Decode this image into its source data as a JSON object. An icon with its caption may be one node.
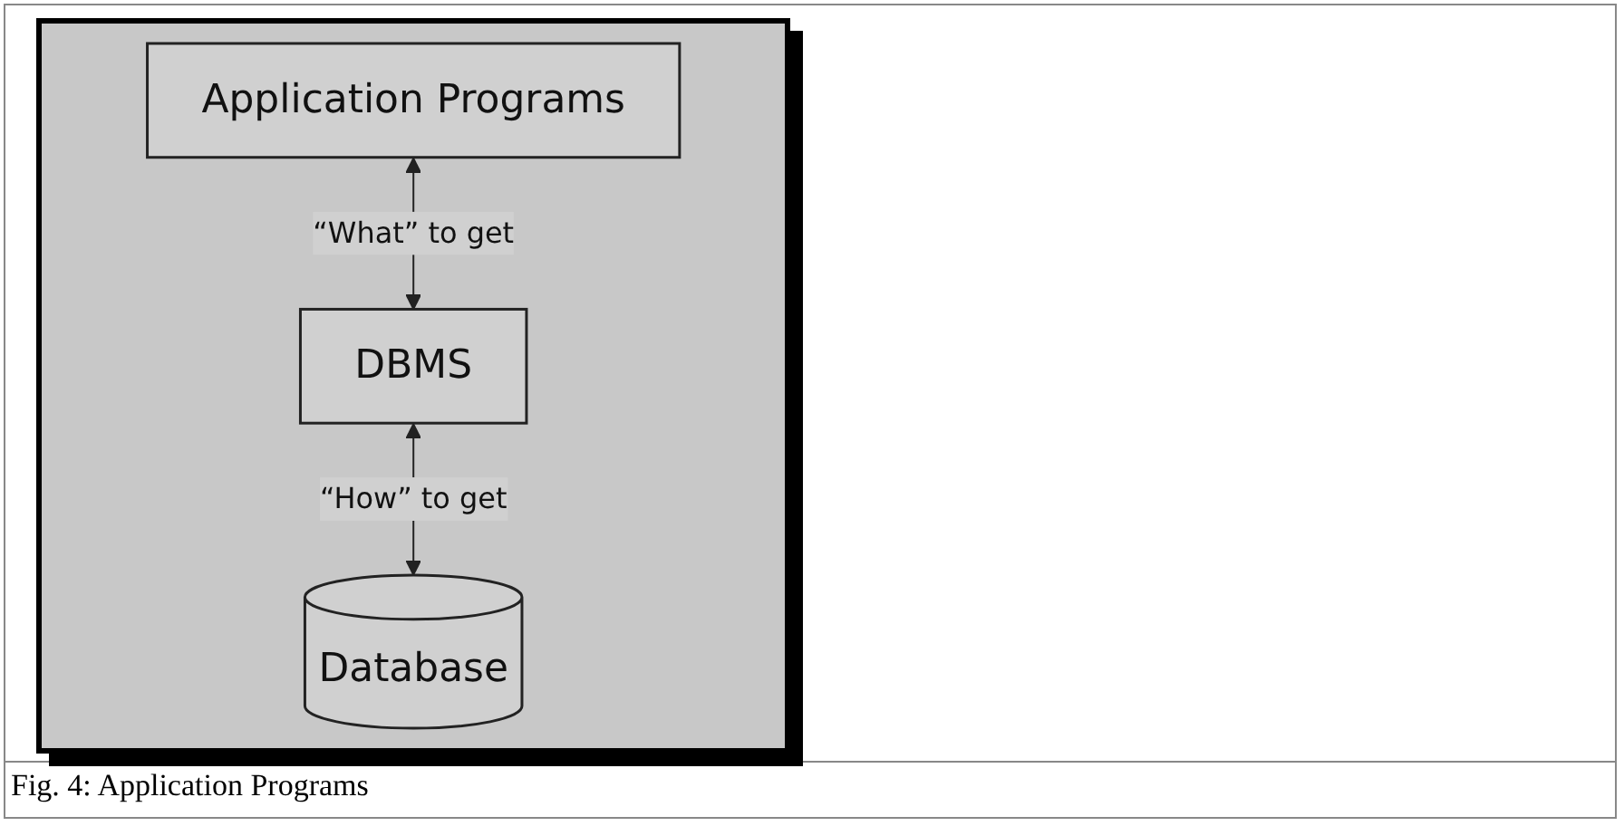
{
  "diagram": {
    "caption": "Fig. 4: Application Programs",
    "nodes": [
      {
        "text": [
          "Application Programs"
        ]
      },
      {
        "text": [
          "DBMS"
        ]
      },
      {
        "text": [
          "Database"
        ]
      }
    ],
    "edges": [
      {
        "from": 0,
        "to": 1,
        "arrow": "both",
        "label": "“What” to get"
      },
      {
        "from": 1,
        "to": 2,
        "arrow": "both",
        "label": "“How” to get"
      }
    ]
  }
}
